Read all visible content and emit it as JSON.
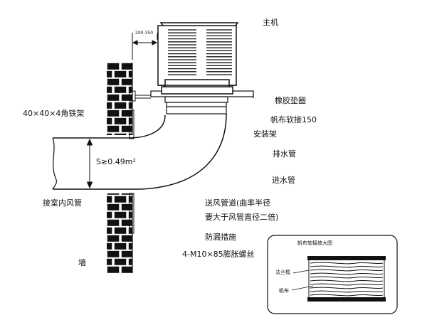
{
  "labels": {
    "main_unit": "主机",
    "gap_dim": "200-350",
    "rubber_gasket": "橡胶垫圈",
    "canvas_joint": "帆布软接150",
    "mount_frame": "安装架",
    "angle_bracket": "40×40×4角铁架",
    "drain_pipe": "排水管",
    "area": "S≥0.49m²",
    "inlet_pipe": "进水管",
    "indoor_duct": "接室内风管",
    "supply_duct_note_1": "送风管道(曲率半径",
    "supply_duct_note_2": "要大于风管直径二倍)",
    "leak_proof": "防漏措施",
    "bolt": "4-M10×85膨胀螺丝",
    "wall": "墙"
  },
  "inset": {
    "title": "帆布软接放大图",
    "flange": "法兰框",
    "canvas": "帆布"
  }
}
